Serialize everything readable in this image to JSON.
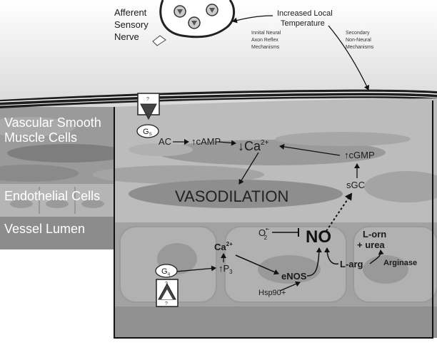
{
  "labels": {
    "afferent_nerve": [
      "Afferent",
      "Sensory",
      "Nerve"
    ],
    "increased_temp": [
      "Increased Local",
      "Temperature"
    ],
    "axon_reflex": [
      "Innital Neural",
      "Axon Reflex",
      "Mechanisms"
    ],
    "secondary": [
      "Secondary",
      "Non-Neural",
      "Mechanisms"
    ],
    "vsmc": [
      "Vascular Smooth",
      "Muscle Cells"
    ],
    "endothelial": "Endothelial Cells",
    "lumen": "Vessel Lumen",
    "receptor_q": "?",
    "gs_base": "G",
    "gs_sub": "S",
    "gq_base": "G",
    "gq_sub": "q",
    "ac": "AC",
    "camp": "↑cAMP",
    "ca_down": "↓Ca",
    "ca_sup": "2+",
    "cgmp": "↑cGMP",
    "sgc": "sGC",
    "vasodilation": "VASODILATION",
    "o2": "O",
    "o2_sub": "2",
    "o2_sup": "•-",
    "no": "NO",
    "lorn": "L-orn",
    "urea": "+ urea",
    "larg": "L-arg",
    "arginase": "Arginase",
    "ca_endo": "Ca",
    "ca_endo_sup": "2+",
    "ip3_base": "↑P",
    "ip3_sub": "3",
    "enos": "eNOS",
    "plus": "+",
    "hsp90": "Hsp90"
  }
}
